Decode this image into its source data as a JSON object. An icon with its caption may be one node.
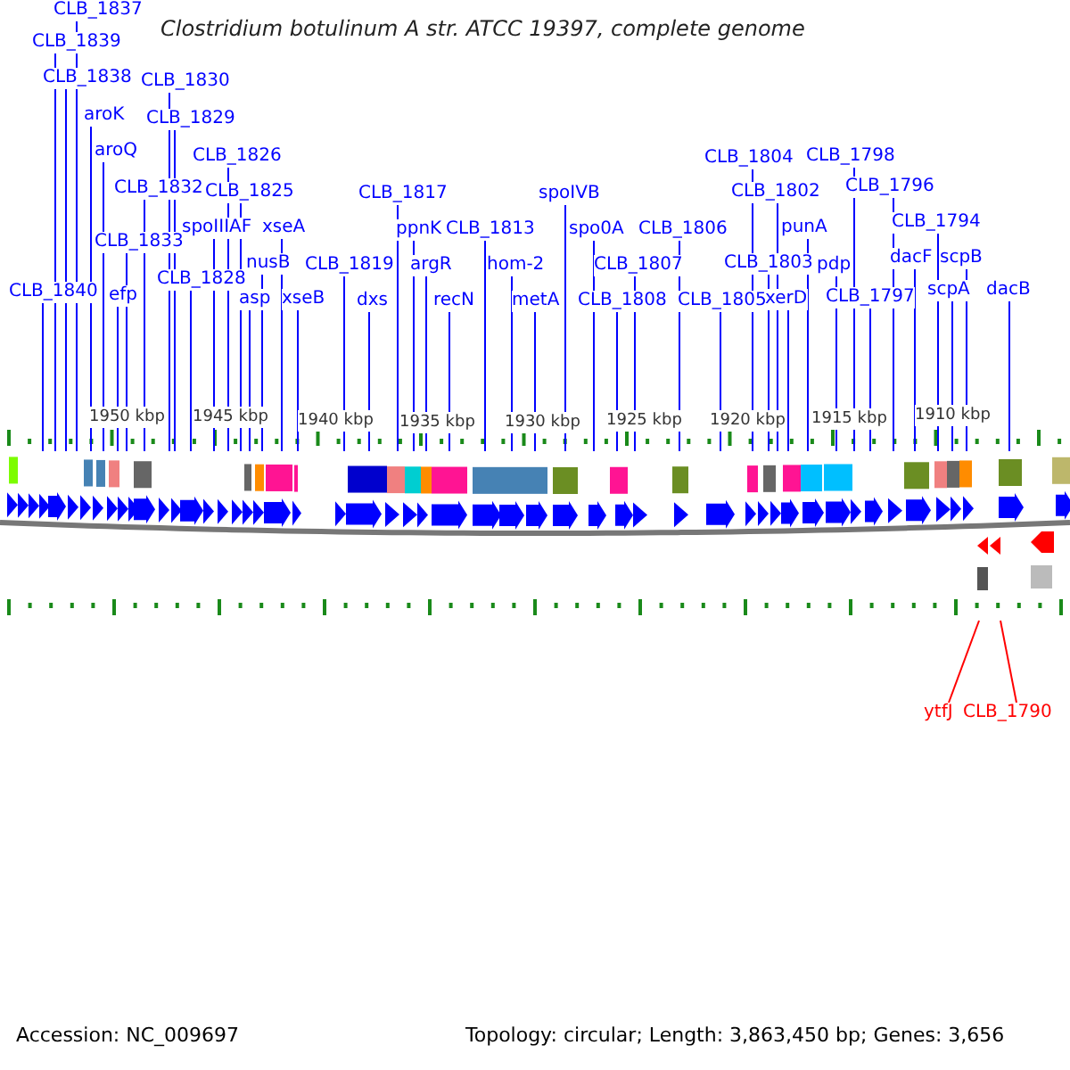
{
  "diagram": {
    "title": "Clostridium botulinum A str. ATCC 19397, complete genome",
    "nodes": [
      {
        "text": [
          "CLB_1840"
        ]
      },
      {
        "text": [
          "CLB_1839"
        ]
      },
      {
        "text": [
          "CLB_1838"
        ]
      },
      {
        "text": [
          "CLB_1837"
        ]
      },
      {
        "text": [
          "aroK"
        ]
      },
      {
        "text": [
          "aroQ"
        ]
      },
      {
        "text": [
          "efp"
        ]
      },
      {
        "text": [
          "CLB_1833"
        ]
      },
      {
        "text": [
          "CLB_1832"
        ]
      },
      {
        "text": [
          "CLB_1830"
        ]
      },
      {
        "text": [
          "CLB_1829"
        ]
      },
      {
        "text": [
          "CLB_1828"
        ]
      },
      {
        "text": [
          "spoIIIAF"
        ]
      },
      {
        "text": [
          "CLB_1826"
        ]
      },
      {
        "text": [
          "CLB_1825"
        ]
      },
      {
        "text": [
          "asp"
        ]
      },
      {
        "text": [
          "nusB"
        ]
      },
      {
        "text": [
          "xseA"
        ]
      },
      {
        "text": [
          "xseB"
        ]
      },
      {
        "text": [
          "CLB_1819"
        ]
      },
      {
        "text": [
          "dxs"
        ]
      },
      {
        "text": [
          "CLB_1817"
        ]
      },
      {
        "text": [
          "ppnK"
        ]
      },
      {
        "text": [
          "argR"
        ]
      },
      {
        "text": [
          "recN"
        ]
      },
      {
        "text": [
          "CLB_1813"
        ]
      },
      {
        "text": [
          "hom-2"
        ]
      },
      {
        "text": [
          "metA"
        ]
      },
      {
        "text": [
          "spoIVB"
        ]
      },
      {
        "text": [
          "spo0A"
        ]
      },
      {
        "text": [
          "CLB_1808"
        ]
      },
      {
        "text": [
          "CLB_1807"
        ]
      },
      {
        "text": [
          "CLB_1806"
        ]
      },
      {
        "text": [
          "CLB_1805"
        ]
      },
      {
        "text": [
          "CLB_1804"
        ]
      },
      {
        "text": [
          "CLB_1803"
        ]
      },
      {
        "text": [
          "CLB_1802"
        ]
      },
      {
        "text": [
          "xerD"
        ]
      },
      {
        "text": [
          "punA"
        ]
      },
      {
        "text": [
          "pdp"
        ]
      },
      {
        "text": [
          "CLB_1798"
        ]
      },
      {
        "text": [
          "CLB_1797"
        ]
      },
      {
        "text": [
          "CLB_1796"
        ]
      },
      {
        "text": [
          "dacF"
        ]
      },
      {
        "text": [
          "CLB_1794"
        ]
      },
      {
        "text": [
          "scpA"
        ]
      },
      {
        "text": [
          "scpB"
        ]
      },
      {
        "text": [
          "dacB"
        ]
      },
      {
        "text": [
          "ytfJ"
        ]
      },
      {
        "text": [
          "CLB_1790"
        ]
      }
    ],
    "edges": [
      {
        "from": 0,
        "to": null,
        "arrow": "none"
      },
      {
        "from": 1,
        "to": null,
        "arrow": "none"
      },
      {
        "from": 2,
        "to": null,
        "arrow": "none"
      },
      {
        "from": 3,
        "to": null,
        "arrow": "none"
      },
      {
        "from": 4,
        "to": null,
        "arrow": "none"
      },
      {
        "from": 5,
        "to": null,
        "arrow": "none"
      },
      {
        "from": 6,
        "to": null,
        "arrow": "none"
      },
      {
        "from": 7,
        "to": null,
        "arrow": "none"
      },
      {
        "from": 8,
        "to": null,
        "arrow": "none"
      },
      {
        "from": 9,
        "to": null,
        "arrow": "none"
      },
      {
        "from": 10,
        "to": null,
        "arrow": "none"
      },
      {
        "from": 11,
        "to": null,
        "arrow": "none"
      },
      {
        "from": 12,
        "to": null,
        "arrow": "none"
      },
      {
        "from": 13,
        "to": null,
        "arrow": "none"
      },
      {
        "from": 14,
        "to": null,
        "arrow": "none"
      },
      {
        "from": 15,
        "to": null,
        "arrow": "none"
      },
      {
        "from": 16,
        "to": null,
        "arrow": "none"
      },
      {
        "from": 17,
        "to": null,
        "arrow": "none"
      },
      {
        "from": 18,
        "to": null,
        "arrow": "none"
      },
      {
        "from": 19,
        "to": null,
        "arrow": "none"
      },
      {
        "from": 20,
        "to": null,
        "arrow": "none"
      },
      {
        "from": 21,
        "to": null,
        "arrow": "none"
      },
      {
        "from": 22,
        "to": null,
        "arrow": "none"
      },
      {
        "from": 23,
        "to": null,
        "arrow": "none"
      },
      {
        "from": 24,
        "to": null,
        "arrow": "none"
      },
      {
        "from": 25,
        "to": null,
        "arrow": "none"
      },
      {
        "from": 26,
        "to": null,
        "arrow": "none"
      },
      {
        "from": 27,
        "to": null,
        "arrow": "none"
      },
      {
        "from": 28,
        "to": null,
        "arrow": "none"
      },
      {
        "from": 29,
        "to": null,
        "arrow": "none"
      },
      {
        "from": 30,
        "to": null,
        "arrow": "none"
      },
      {
        "from": 31,
        "to": null,
        "arrow": "none"
      },
      {
        "from": 32,
        "to": null,
        "arrow": "none"
      },
      {
        "from": 33,
        "to": null,
        "arrow": "none"
      },
      {
        "from": 34,
        "to": null,
        "arrow": "none"
      },
      {
        "from": 35,
        "to": null,
        "arrow": "none"
      },
      {
        "from": 36,
        "to": null,
        "arrow": "none"
      },
      {
        "from": 37,
        "to": null,
        "arrow": "none"
      },
      {
        "from": 38,
        "to": null,
        "arrow": "none"
      },
      {
        "from": 39,
        "to": null,
        "arrow": "none"
      },
      {
        "from": 40,
        "to": null,
        "arrow": "none"
      },
      {
        "from": 41,
        "to": null,
        "arrow": "none"
      },
      {
        "from": 42,
        "to": null,
        "arrow": "none"
      },
      {
        "from": 43,
        "to": null,
        "arrow": "none"
      },
      {
        "from": 44,
        "to": null,
        "arrow": "none"
      },
      {
        "from": 45,
        "to": null,
        "arrow": "none"
      },
      {
        "from": 46,
        "to": null,
        "arrow": "none"
      },
      {
        "from": 47,
        "to": null,
        "arrow": "none"
      },
      {
        "from": 48,
        "to": null,
        "arrow": "none",
        "color": "#ff0000"
      },
      {
        "from": 49,
        "to": null,
        "arrow": "none",
        "color": "#ff0000"
      }
    ],
    "labels": [
      "1950 kbp",
      "1945 kbp",
      "1940 kbp",
      "1935 kbp",
      "1930 kbp",
      "1925 kbp",
      "1920 kbp",
      "1915 kbp",
      "1910 kbp",
      "Accession: NC_009697",
      "Topology: circular; Length: 3,863,450 bp; Genes: 3,656"
    ]
  }
}
